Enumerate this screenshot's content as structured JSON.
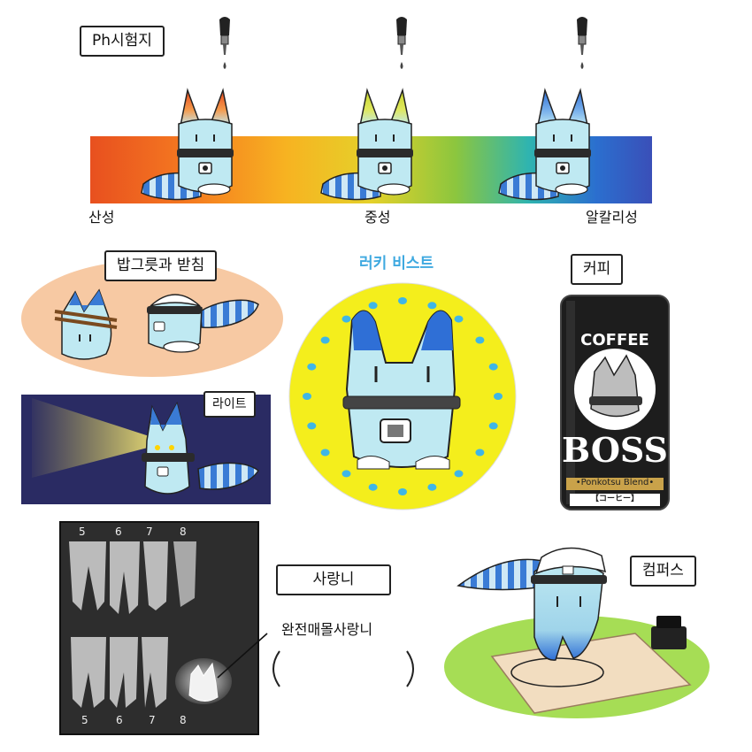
{
  "labels": {
    "ph": "Ph시험지",
    "acid": "산성",
    "neutral": "중성",
    "alkaline": "알칼리성",
    "bowl": "밥그릇과 받침",
    "light": "라이트",
    "lucky": "러키 비스트",
    "coffee": "커피",
    "wisdom": "사랑니",
    "wisdom_note": "완전매몰사랑니",
    "compass": "컴퍼스"
  },
  "can": {
    "brand_top": "COFFEE",
    "brand_main": "BOSS",
    "blend": "•Ponkotsu Blend•",
    "jp": "【コーヒー】"
  },
  "xray": {
    "top_numbers": [
      "5",
      "6",
      "7",
      "8"
    ],
    "bottom_numbers": [
      "5",
      "6",
      "7",
      "8"
    ]
  },
  "colors": {
    "cat_body": "#bfe9f2",
    "cat_blue": "#2f6fd6",
    "lucky_bg": "#f4ee1c",
    "lucky_dot": "#3fb6e6",
    "lucky_title": "#3fa9e0",
    "bowl_bg": "#f7c9a3",
    "light_bg": "#2a2b63",
    "compass_grass": "#a6dd55"
  }
}
